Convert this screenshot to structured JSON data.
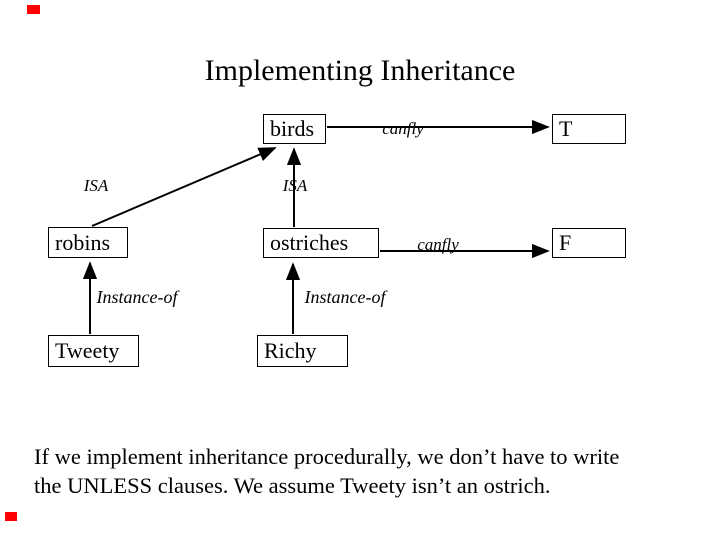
{
  "slide": {
    "title": "Implementing Inheritance",
    "accent_color": "#ff0000",
    "background": "#ffffff",
    "footer": {
      "line1": "If we implement inheritance procedurally, we don’t have to write",
      "line2": "the UNLESS clauses. We assume Tweety isn’t an ostrich."
    }
  },
  "diagram": {
    "nodes": {
      "birds": "birds",
      "t": "T",
      "robins": "robins",
      "ostriches": "ostriches",
      "f": "F",
      "tweety": "Tweety",
      "richy": "Richy"
    },
    "edge_labels": {
      "isa_left": "ISA",
      "isa_mid": "ISA",
      "canfly_top": "canfly",
      "canfly_bottom": "canfly",
      "instance_of_left": "Instance-of",
      "instance_of_mid": "Instance-of"
    }
  }
}
